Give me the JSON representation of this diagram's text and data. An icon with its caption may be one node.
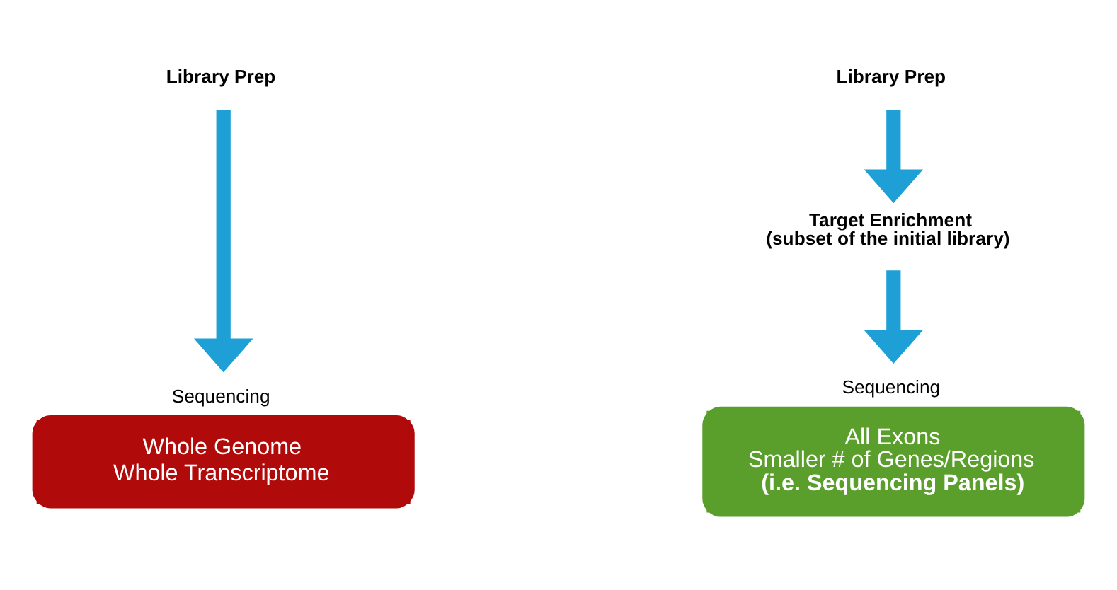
{
  "diagram": {
    "nodes": [
      {
        "text": [
          "Library Prep"
        ]
      },
      {
        "text": [
          "Sequencing",
          "Whole Genome Whole Transcriptome"
        ]
      },
      {
        "text": [
          "Library Prep"
        ]
      },
      {
        "text": [
          "Target Enrichment",
          "(subset of the initial library)"
        ]
      },
      {
        "text": [
          "Sequencing",
          "All Exons Smaller # of Genes/Regions",
          "(i.e. Sequencing Panels)"
        ]
      }
    ],
    "edges": [
      {
        "from": 0,
        "to": 1,
        "arrow": "to"
      },
      {
        "from": 2,
        "to": 3,
        "arrow": "to"
      },
      {
        "from": 3,
        "to": 4,
        "arrow": "to"
      }
    ]
  }
}
